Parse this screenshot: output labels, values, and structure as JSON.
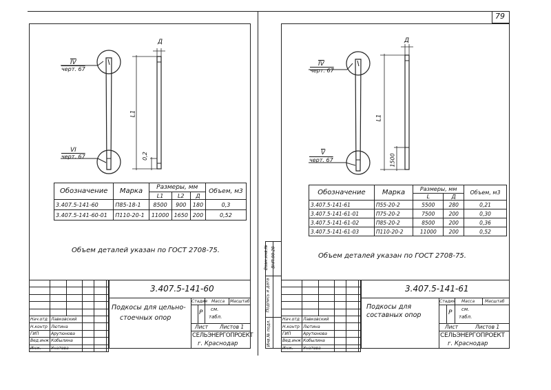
{
  "page_number": "79",
  "left_sheet": {
    "callout_top": {
      "roman": "IV",
      "ref": "черт. 67"
    },
    "callout_bottom": {
      "roman": "VI",
      "ref": "черт. 67"
    },
    "dim_top": "Д",
    "dim_length": "L1",
    "dim_small": "0,2",
    "table": {
      "headers": {
        "designation": "Обозначение",
        "mark": "Марка",
        "sizes": "Размеры, мм",
        "volume": "Объем, м3"
      },
      "subheaders": [
        "L1",
        "L2",
        "Д"
      ],
      "rows": [
        [
          "3.407.5-141-60",
          "П85-18-1",
          "8500",
          "900",
          "180",
          "0,3"
        ],
        [
          "3.407.5-141-60-01",
          "П110-20-1",
          "11000",
          "1650",
          "200",
          "0,52"
        ]
      ]
    },
    "note": "Объем деталей указан по ГОСТ 2708-75.",
    "stamp": {
      "code": "3.407.5-141-60",
      "title_line1": "Подкосы для цельно-",
      "title_line2": "стоечных опор",
      "col_stage": "Стадия",
      "col_mass": "Масса",
      "col_scale": "Масштаб",
      "stage": "Р",
      "mass_line1": "см.",
      "mass_line2": "табл.",
      "sheet": "Лист",
      "sheets": "Листов 1",
      "org": "СЕЛЬЭНЕРГОПРОЕКТ",
      "city": "г. Краснодар",
      "staff": [
        [
          "Нач.отд",
          "Лавковский"
        ],
        [
          "Н.контр",
          "Лютина"
        ],
        [
          "ГИП",
          "Арутюнова"
        ],
        [
          "Вед.инж",
          "Кобылина"
        ],
        [
          "Инж.",
          "Унатова"
        ]
      ]
    }
  },
  "right_sheet": {
    "callout_top": {
      "roman": "IV",
      "ref": "черт. 67"
    },
    "callout_bottom": {
      "roman": "V",
      "ref": "черт. 67"
    },
    "dim_top": "Д",
    "dim_length": "L1",
    "dim_small": "1500",
    "table": {
      "headers": {
        "designation": "Обозначение",
        "mark": "Марка",
        "sizes": "Размеры, мм",
        "volume": "Объем, м3"
      },
      "subheaders": [
        "L",
        "Д"
      ],
      "rows": [
        [
          "3.407.5-141-61",
          "П55-20-2",
          "5500",
          "280",
          "0,21"
        ],
        [
          "3.407.5-141-61-01",
          "П75-20-2",
          "7500",
          "200",
          "0,30"
        ],
        [
          "3.407.5-141-61-02",
          "П85-20-2",
          "8500",
          "200",
          "0,36"
        ],
        [
          "3.407.5-141-61-03",
          "П110-20-2",
          "11000",
          "200",
          "0,52"
        ]
      ]
    },
    "note": "Объем деталей указан по ГОСТ 2708-75.",
    "stamp": {
      "code": "3.407.5-141-61",
      "title_line1": "Подкосы для",
      "title_line2": "составных опор",
      "col_stage": "Стадия",
      "col_mass": "Масса",
      "col_scale": "Масштаб",
      "stage": "Р",
      "mass_line1": "см.",
      "mass_line2": "табл.",
      "sheet": "Лист",
      "sheets": "Листов 1",
      "org": "СЕЛЬЭНЕРГОПРОЕКТ",
      "city": "г. Краснодар",
      "staff": [
        [
          "Нач.отд",
          "Лавковский"
        ],
        [
          "Н.контр",
          "Лютина"
        ],
        [
          "ГИП",
          "Арутюнова"
        ],
        [
          "Вед.инж",
          "Кобылина"
        ],
        [
          "Инж.",
          "Унатова"
        ]
      ]
    },
    "side_strip": {
      "inv": "Инв.№ подл.",
      "sign": "Подпись и дата",
      "inv_orig": "Взам.инв.№",
      "value": "ВНП.00.28"
    }
  }
}
